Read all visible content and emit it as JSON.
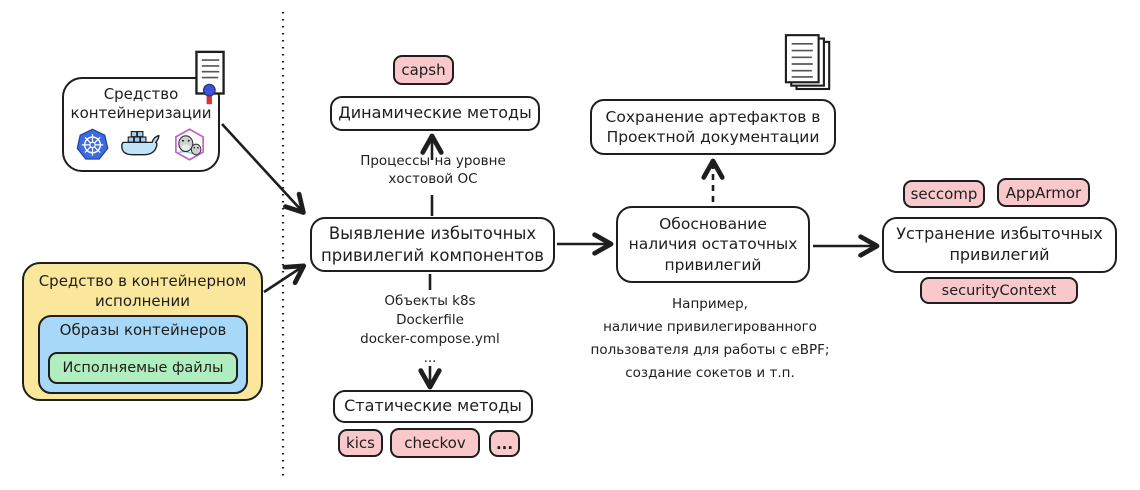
{
  "colors": {
    "ink": "#1e1e1e",
    "pink": "#f9c8ca",
    "yellow": "#fae79b",
    "blue": "#a8d8f8",
    "green": "#b0eec0",
    "k8s-blue": "#3b6be0",
    "docker-blue": "#bfe3f8",
    "docker-box": "#9fd0f3",
    "podman-purple": "#c061cb",
    "seal-grey": "#cfcfcf",
    "stamp-blue": "#3f51d6",
    "ribbon-red": "#e03131"
  },
  "containerization": {
    "title_line1": "Средство",
    "title_line2": "контейнеризации"
  },
  "containerized": {
    "title_line1": "Средство в контейнерном",
    "title_line2": "исполнении",
    "images_label": "Образы контейнеров",
    "files_label": "Исполняемые файлы"
  },
  "dynamic_branch": {
    "tool_badge": "capsh",
    "title": "Динамические методы",
    "source_line1": "Процессы на уровне",
    "source_line2": "хостовой ОС"
  },
  "identify": {
    "line1": "Выявление избыточных",
    "line2": "привилегий компонентов"
  },
  "static_branch": {
    "objects": [
      "Объекты k8s",
      "Dockerfile",
      "docker-compose.yml",
      "..."
    ],
    "title": "Статические методы",
    "tools": [
      "kics",
      "checkov",
      "..."
    ]
  },
  "justify": {
    "line1": "Обоснование",
    "line2": "наличия остаточных",
    "line3": "привилегий",
    "note": [
      "Например,",
      "наличие привилегированного",
      "пользователя для работы с eBPF;",
      "создание сокетов и т.п."
    ]
  },
  "artifacts": {
    "line1": "Сохранение артефактов в",
    "line2": "Проектной документации"
  },
  "eliminate": {
    "badge_seccomp": "seccomp",
    "badge_apparmor": "AppArmor",
    "line1": "Устранение избыточных",
    "line2": "привилегий",
    "badge_securitycontext": "securityContext"
  },
  "icons": {
    "containerization_tools": [
      "kubernetes-icon",
      "docker-icon",
      "podman-icon"
    ],
    "certificate": "certificate-icon",
    "documents": "documents-stack-icon"
  }
}
